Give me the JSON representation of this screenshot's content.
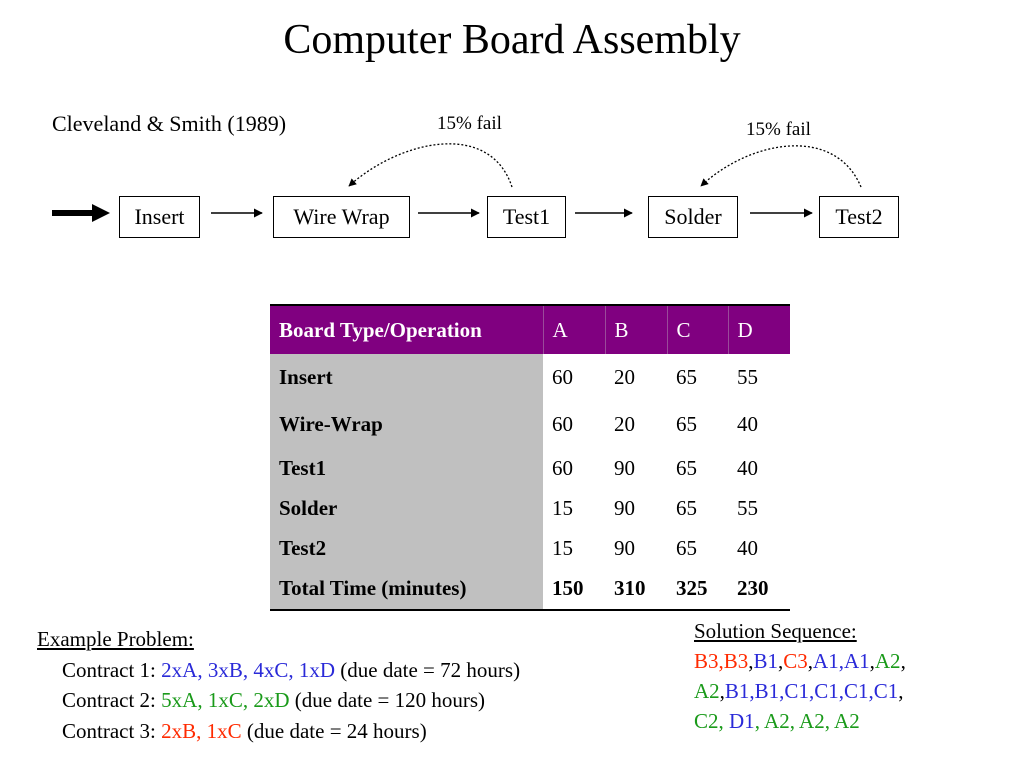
{
  "slide": {
    "title": "Computer Board Assembly",
    "citation": "Cleveland & Smith (1989)"
  },
  "flow": {
    "steps": [
      "Insert",
      "Wire Wrap",
      "Test1",
      "Solder",
      "Test2"
    ],
    "loops": [
      {
        "label": "15% fail"
      },
      {
        "label": "15% fail"
      }
    ]
  },
  "table": {
    "header": [
      "Board Type/Operation",
      "A",
      "B",
      "C",
      "D"
    ],
    "rows": [
      {
        "label": "Insert",
        "values": [
          "60",
          "20",
          "65",
          "55"
        ]
      },
      {
        "label": "Wire-Wrap",
        "values": [
          "60",
          "20",
          "65",
          "40"
        ]
      },
      {
        "label": "Test1",
        "values": [
          "60",
          "90",
          "65",
          "40"
        ]
      },
      {
        "label": "Solder",
        "values": [
          "15",
          "90",
          "65",
          "55"
        ]
      },
      {
        "label": "Test2",
        "values": [
          "15",
          "90",
          "65",
          "40"
        ]
      }
    ],
    "total": {
      "label": "Total Time (minutes)",
      "values": [
        "150",
        "310",
        "325",
        "230"
      ]
    },
    "colors": {
      "header_bg": "#800080",
      "label_bg": "#c0c0c0"
    }
  },
  "example": {
    "heading": "Example Problem:",
    "contracts": [
      {
        "label": "Contract 1: ",
        "order": "2xA, 3xB, 4xC, 1xD",
        "due": " (due date = 72 hours)",
        "color": "blue"
      },
      {
        "label": "Contract 2: ",
        "order": "5xA, 1xC, 2xD",
        "due": " (due date = 120 hours)",
        "color": "green"
      },
      {
        "label": "Contract 3: ",
        "order": "2xB, 1xC",
        "due": " (due date = 24 hours)",
        "color": "red"
      }
    ]
  },
  "solution": {
    "heading": "Solution Sequence:",
    "lines": [
      [
        {
          "t": "B3,B3",
          "c": "red"
        },
        {
          "t": ",",
          "c": "black"
        },
        {
          "t": "B1",
          "c": "blue"
        },
        {
          "t": ",",
          "c": "black"
        },
        {
          "t": "C3",
          "c": "red"
        },
        {
          "t": ",",
          "c": "black"
        },
        {
          "t": "A1,A1",
          "c": "blue"
        },
        {
          "t": ",",
          "c": "black"
        },
        {
          "t": "A2",
          "c": "green"
        },
        {
          "t": ",",
          "c": "black"
        }
      ],
      [
        {
          "t": "A2",
          "c": "green"
        },
        {
          "t": ",",
          "c": "black"
        },
        {
          "t": "B1,B1,C1,C1,C1,C1",
          "c": "blue"
        },
        {
          "t": ",",
          "c": "black"
        }
      ],
      [
        {
          "t": "C2, ",
          "c": "green"
        },
        {
          "t": "D1",
          "c": "blue"
        },
        {
          "t": ", A2, A2, A2",
          "c": "green"
        }
      ]
    ],
    "colors": {
      "red": "#ff2a00",
      "blue": "#2a2ad8",
      "green": "#1a9a1a",
      "black": "#000000"
    }
  }
}
